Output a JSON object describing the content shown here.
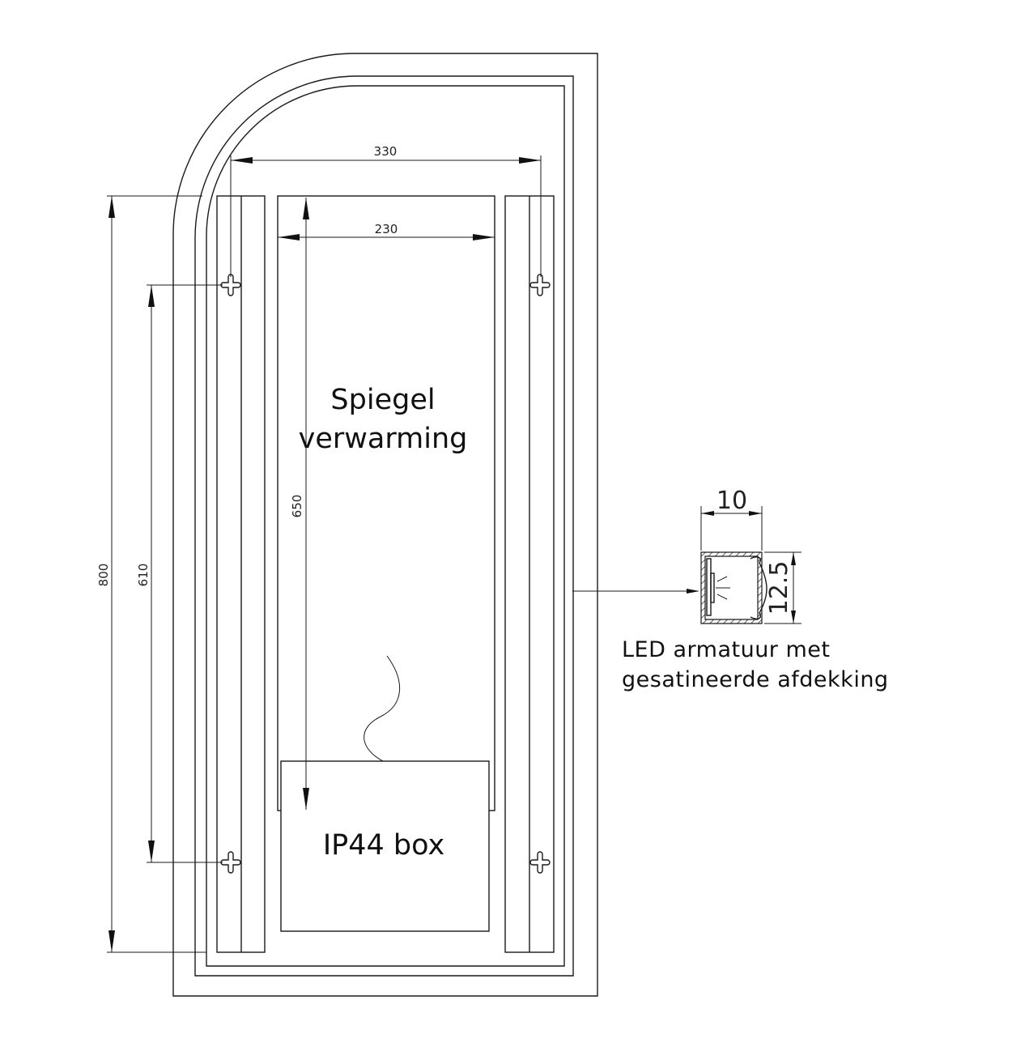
{
  "drawing": {
    "dimensions": {
      "holes_width": "330",
      "heater_width": "230",
      "heater_height": "650",
      "holes_height": "610",
      "total_height": "800"
    },
    "heater_label_line1": "Spiegel",
    "heater_label_line2": "verwarming",
    "box_label": "IP44 box",
    "profile": {
      "width": "10",
      "height": "12.5",
      "label_line1": "LED armatuur met",
      "label_line2": "gesatineerde afdekking"
    },
    "colors": {
      "line": "#1a1a1a",
      "background": "#ffffff"
    }
  }
}
